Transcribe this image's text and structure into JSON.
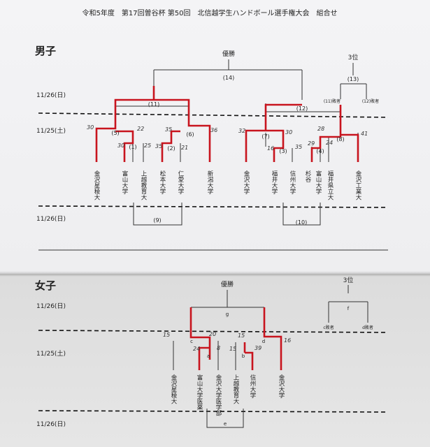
{
  "title": "令和5年度　第17回曽谷杯 第50回　北信越学生ハンドボール選手権大会　組合せ",
  "men": {
    "heading": "男子",
    "champion": "優勝",
    "third": "3位",
    "dates": {
      "top": "11/26(日)",
      "mid": "11/25(土)",
      "bottom": "11/26(日)"
    },
    "teams": [
      "金沢星稜大",
      "富山大学",
      "上越教育大",
      "松本大学",
      "仁愛大学",
      "新潟大学",
      "金沢大学",
      "福井大学",
      "信州大学",
      "杉谷",
      "富山大学",
      "福井県立大",
      "金沢工業大"
    ],
    "games": [
      "(1)",
      "(2)",
      "(3)",
      "(4)",
      "(5)",
      "(6)",
      "(7)",
      "(8)",
      "(9)",
      "(10)",
      "(11)",
      "(12)",
      "(13)",
      "(14)"
    ],
    "losers": [
      "(11)敗者",
      "(12)敗者"
    ],
    "scores": [
      "30",
      "22",
      "30",
      "25",
      "35",
      "21",
      "35",
      "36",
      "32",
      "30",
      "16",
      "35",
      "28",
      "29",
      "24",
      "41"
    ]
  },
  "women": {
    "heading": "女子",
    "champion": "優勝",
    "third": "3位",
    "dates": {
      "top": "11/26(日)",
      "mid": "11/25(土)",
      "bottom": "11/26(日)"
    },
    "teams": [
      "金沢星稜大",
      "富山大学医薬",
      "金沢大学医学部",
      "上越教育大",
      "信州大学",
      "金沢大学"
    ],
    "games": [
      "a",
      "b",
      "c",
      "d",
      "e",
      "f",
      "g"
    ],
    "losers": [
      "c敗者",
      "d敗者"
    ],
    "scores": [
      "15",
      "20",
      "24",
      "8",
      "15",
      "15",
      "39",
      "16"
    ]
  }
}
